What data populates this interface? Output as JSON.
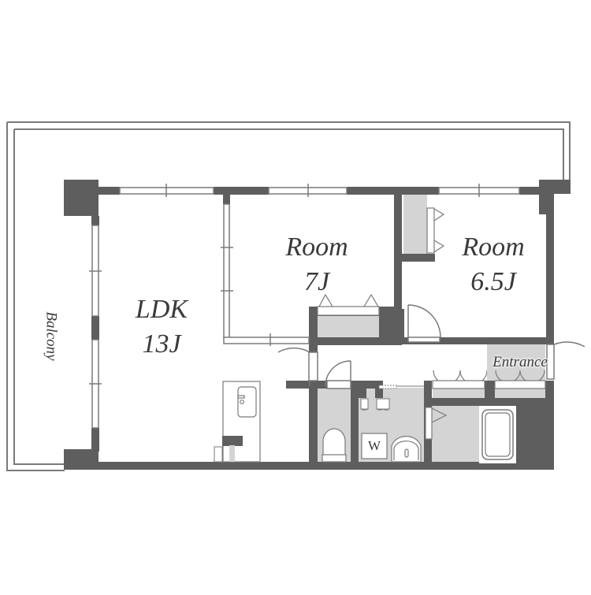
{
  "floorplan": {
    "rooms": [
      {
        "id": "ldk",
        "name": "LDK",
        "size": "13J"
      },
      {
        "id": "room1",
        "name": "Room",
        "size": "7J"
      },
      {
        "id": "room2",
        "name": "Room",
        "size": "6.5J"
      }
    ],
    "labels": {
      "entrance": "Entrance",
      "balcony": "Balcony",
      "washer": "W"
    },
    "colors": {
      "wall": "#5e5e5e",
      "fixture_gray": "#d4d4d4",
      "line": "#7a7a7a",
      "background": "#ffffff"
    }
  }
}
